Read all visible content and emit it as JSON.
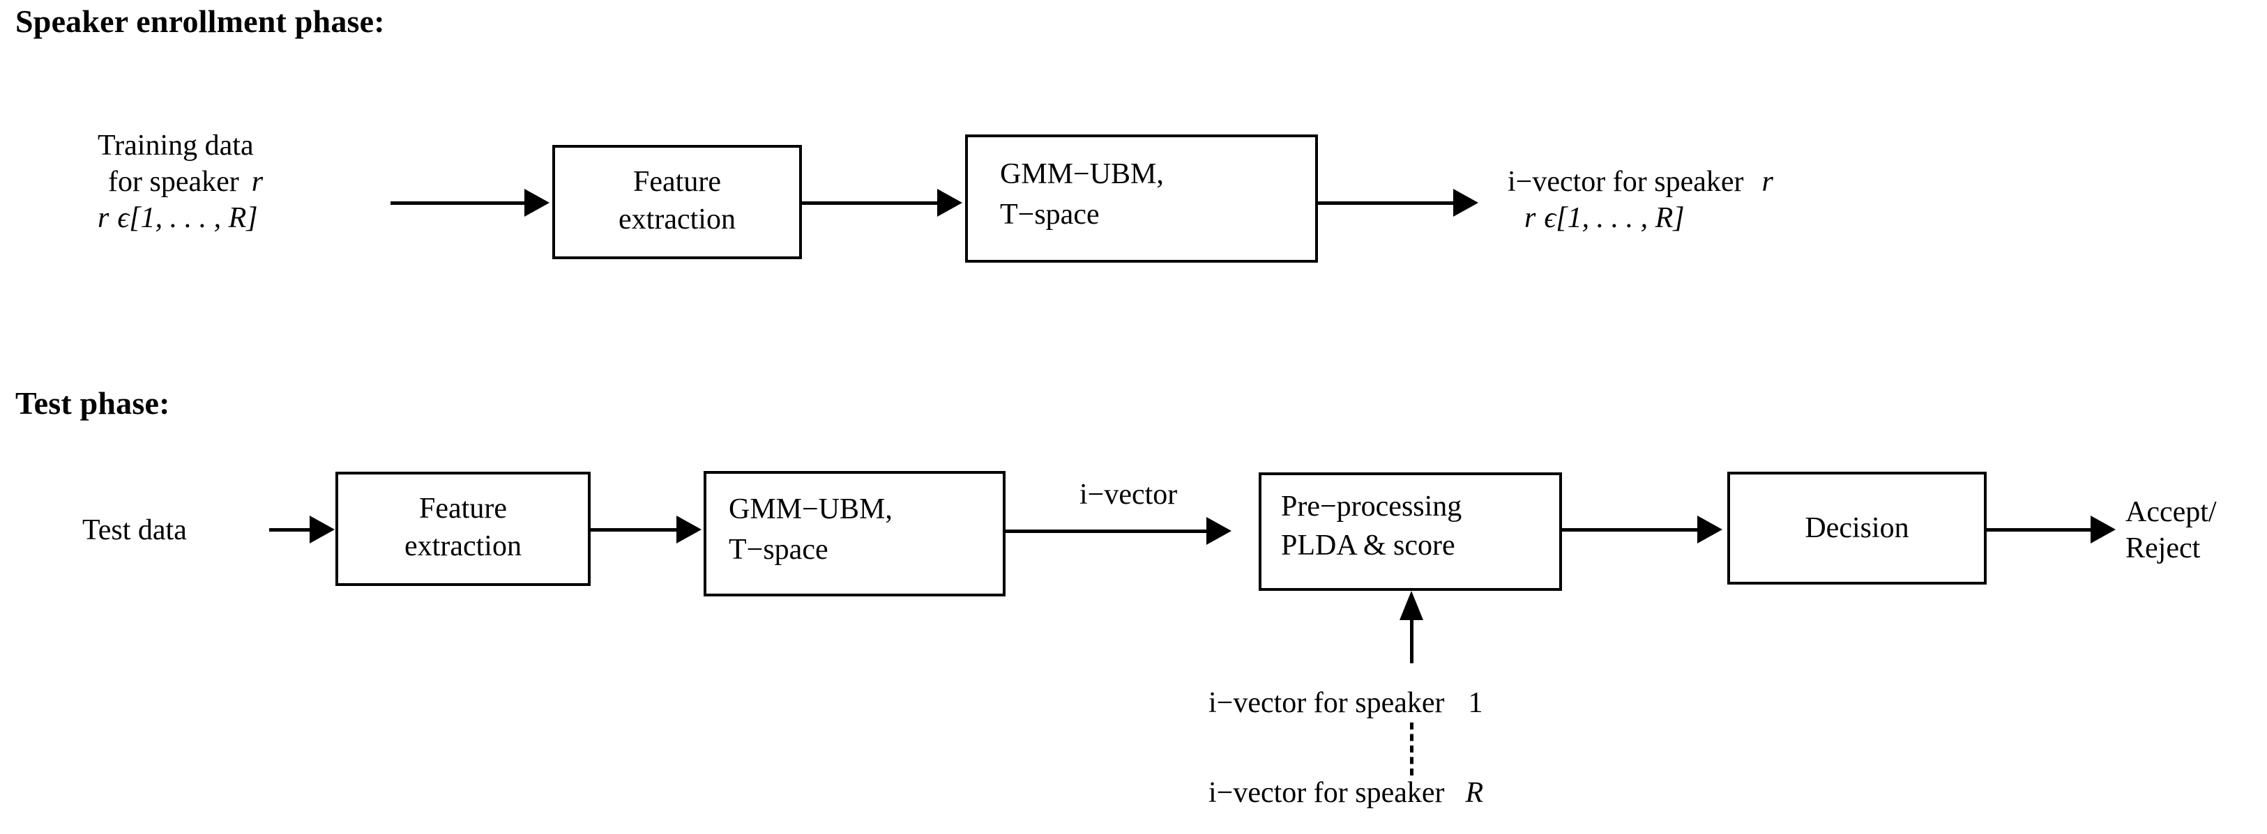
{
  "figure": {
    "type": "flow-diagram",
    "background": "#ffffff",
    "stroke_color": "#000000"
  },
  "enrollment": {
    "title": "Speaker enrollment phase:",
    "input_label": {
      "line1": "Training data",
      "line2_text": "for speaker",
      "line2_var": "r",
      "line3_var": "r",
      "line3_set": "ϵ[1, . . . , R]"
    },
    "blocks": [
      {
        "id": "feature-extraction",
        "line1": "Feature",
        "line2": "extraction"
      },
      {
        "id": "gmm-ubm",
        "line1": "GMM−UBM,",
        "line2": "T−space"
      }
    ],
    "output_label": {
      "line1_text": "i−vector for speaker",
      "line1_var": "r",
      "line2_var": "r",
      "line2_set": "ϵ[1, . . . , R]"
    }
  },
  "test": {
    "title": "Test phase:",
    "input_label": "Test data",
    "blocks": [
      {
        "id": "feature-extraction",
        "line1": "Feature",
        "line2": "extraction",
        "align": "center"
      },
      {
        "id": "gmm-ubm",
        "line1": "GMM−UBM,",
        "line2": "T−space",
        "align": "left"
      },
      {
        "id": "pre-processing-plda",
        "line1": "Pre−processing",
        "line2": "PLDA & score",
        "align": "left"
      },
      {
        "id": "decision",
        "line1": "Decision",
        "line2": "",
        "align": "center"
      }
    ],
    "edge_label": "i−vector",
    "output_label": {
      "line1": "Accept/",
      "line2": "Reject"
    },
    "enrolled_models": [
      {
        "text": "i−vector for speaker",
        "index": "1",
        "index_style": "roman"
      },
      {
        "text": "i−vector for speaker",
        "index": "R",
        "index_style": "italic"
      }
    ],
    "continuation_marker": "vertical-dashed-line"
  }
}
